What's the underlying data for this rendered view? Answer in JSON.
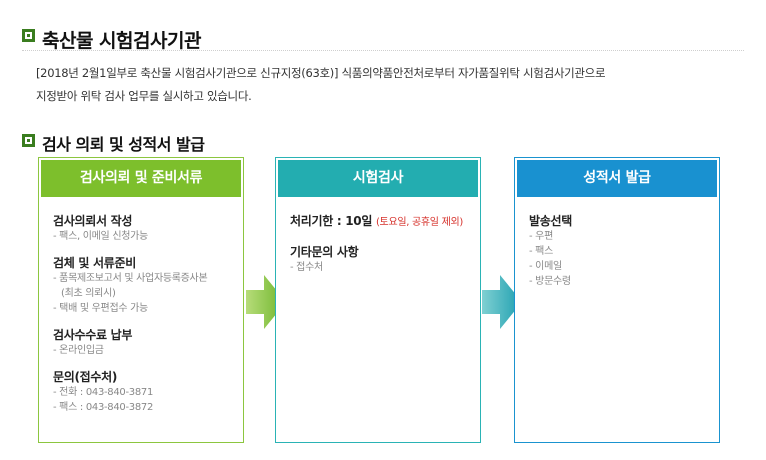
{
  "heading1": {
    "title": "축산물 시험검사기관"
  },
  "intro": {
    "line1": "[2018년 2월1일부로 축산물 시험검사기관으로 신규지정(63호)] 식품의약품안전처로부터 자가품질위탁 시험검사기관으로",
    "line2": "지정받아 위탁 검사 업무를 실시하고 있습니다."
  },
  "heading2": {
    "title": "검사 의뢰 및 성적서 발급"
  },
  "colors": {
    "green": "#7dbf2c",
    "teal": "#23adb0",
    "blue": "#1991d0",
    "heading_icon": "#3a7d1f",
    "note_red": "#d6302a"
  },
  "panels": [
    {
      "title": "검사의뢰 및 준비서류",
      "groups": [
        {
          "title": "검사의뢰서 작성",
          "lines": [
            "- 팩스, 이메일 신청가능"
          ]
        },
        {
          "title": "검체 및 서류준비",
          "lines": [
            "- 품목제조보고서 및 사업자등록증사본",
            "(최초 의뢰시)",
            "- 택배 및 우편접수 가능"
          ]
        },
        {
          "title": "검사수수료 납부",
          "lines": [
            "- 온라인입금"
          ]
        },
        {
          "title": "문의(접수처)",
          "lines": [
            "- 전화 : 043-840-3871",
            "- 팩스 : 043-840-3872"
          ]
        }
      ]
    },
    {
      "title": "시험검사",
      "groups": [
        {
          "title": "처리기한 : 10일",
          "note": "(토요일, 공휴일 제외)",
          "lines": []
        },
        {
          "title": "기타문의 사항",
          "lines": [
            "- 접수처"
          ]
        }
      ]
    },
    {
      "title": "성적서 발급",
      "groups": [
        {
          "title": "발송선택",
          "lines": [
            "- 우편",
            "- 팩스",
            "- 이메일",
            "- 방문수령"
          ]
        }
      ]
    }
  ]
}
